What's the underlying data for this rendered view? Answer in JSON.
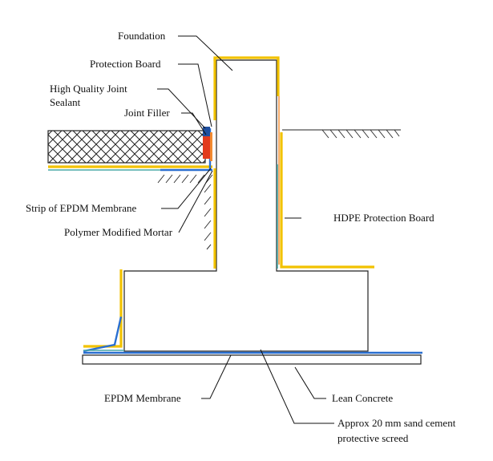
{
  "labels": {
    "foundation": "Foundation",
    "protection_board": "Protection Board",
    "joint_sealant_line1": "High Quality Joint",
    "joint_sealant_line2": "Sealant",
    "joint_filler": "Joint Filler",
    "epdm_strip": "Strip of EPDM Membrane",
    "polymer_mortar": "Polymer Modified Mortar",
    "hdpe_board": "HDPE Protection Board",
    "epdm_membrane": "EPDM Membrane",
    "lean_concrete": "Lean Concrete",
    "screed_line1": "Approx 20 mm sand cement",
    "screed_line2": "protective screed"
  },
  "colors": {
    "protection_board": "#f2c200",
    "epdm_membrane": "#2a6fd0",
    "sealant": "#1f4fa0",
    "joint_filler": "#e23a1c",
    "accent_orange": "#f28a30",
    "teal_layer": "#49a7a6"
  }
}
